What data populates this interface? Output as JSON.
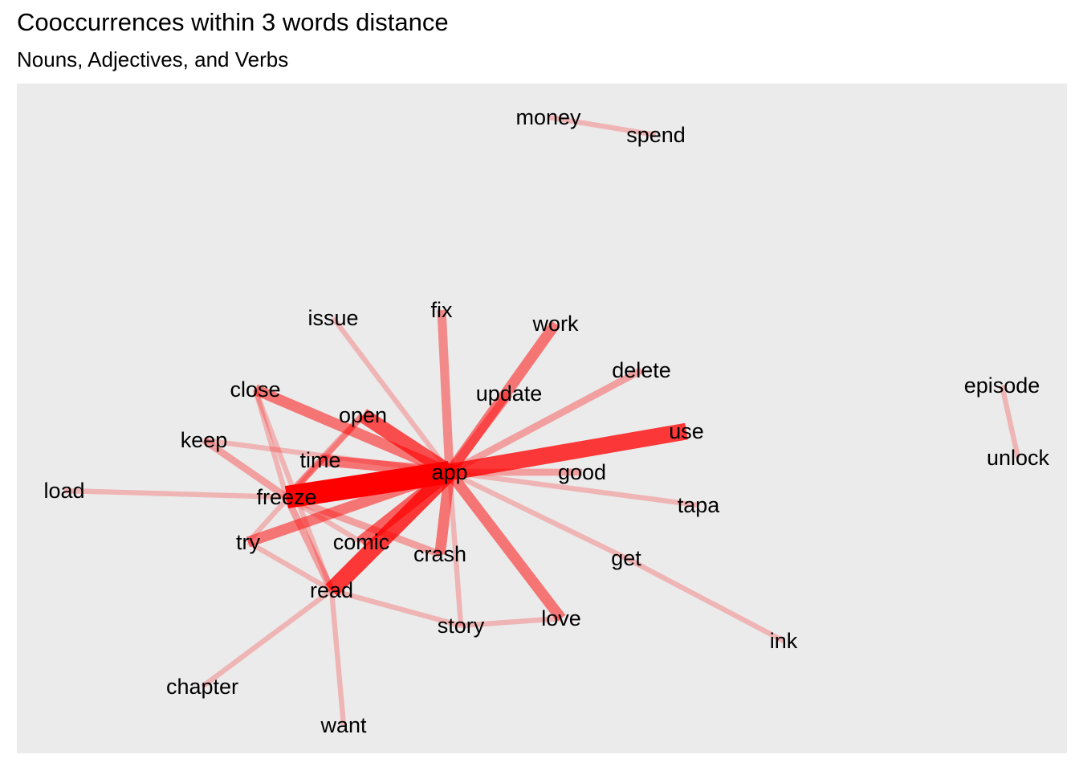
{
  "title": "Cooccurrences within 3 words distance",
  "subtitle": "Nouns, Adjectives, and Verbs",
  "colors": {
    "panel": "#ebebeb",
    "edge": "#ff0000",
    "text": "#000000"
  },
  "nodes": [
    {
      "id": "money"
    },
    {
      "id": "spend"
    },
    {
      "id": "issue"
    },
    {
      "id": "fix"
    },
    {
      "id": "work"
    },
    {
      "id": "delete"
    },
    {
      "id": "update"
    },
    {
      "id": "episode"
    },
    {
      "id": "close"
    },
    {
      "id": "open"
    },
    {
      "id": "use"
    },
    {
      "id": "keep"
    },
    {
      "id": "unlock"
    },
    {
      "id": "time"
    },
    {
      "id": "app"
    },
    {
      "id": "good"
    },
    {
      "id": "load"
    },
    {
      "id": "freeze"
    },
    {
      "id": "tapa"
    },
    {
      "id": "try"
    },
    {
      "id": "comic"
    },
    {
      "id": "crash"
    },
    {
      "id": "get"
    },
    {
      "id": "read"
    },
    {
      "id": "love"
    },
    {
      "id": "story"
    },
    {
      "id": "ink"
    },
    {
      "id": "chapter"
    },
    {
      "id": "want"
    }
  ],
  "edges": [
    {
      "from": "money",
      "to": "spend",
      "weight": 1
    },
    {
      "from": "episode",
      "to": "unlock",
      "weight": 1
    },
    {
      "from": "app",
      "to": "freeze",
      "weight": 10
    },
    {
      "from": "app",
      "to": "read",
      "weight": 7
    },
    {
      "from": "app",
      "to": "use",
      "weight": 7
    },
    {
      "from": "app",
      "to": "open",
      "weight": 6
    },
    {
      "from": "app",
      "to": "comic",
      "weight": 5
    },
    {
      "from": "app",
      "to": "time",
      "weight": 4
    },
    {
      "from": "app",
      "to": "work",
      "weight": 4
    },
    {
      "from": "app",
      "to": "try",
      "weight": 4
    },
    {
      "from": "app",
      "to": "close",
      "weight": 4
    },
    {
      "from": "app",
      "to": "love",
      "weight": 4
    },
    {
      "from": "app",
      "to": "crash",
      "weight": 4
    },
    {
      "from": "app",
      "to": "update",
      "weight": 3
    },
    {
      "from": "app",
      "to": "fix",
      "weight": 3
    },
    {
      "from": "app",
      "to": "good",
      "weight": 2
    },
    {
      "from": "app",
      "to": "delete",
      "weight": 2
    },
    {
      "from": "app",
      "to": "issue",
      "weight": 1
    },
    {
      "from": "app",
      "to": "tapa",
      "weight": 1
    },
    {
      "from": "app",
      "to": "get",
      "weight": 1
    },
    {
      "from": "app",
      "to": "story",
      "weight": 1
    },
    {
      "from": "app",
      "to": "keep",
      "weight": 1
    },
    {
      "from": "freeze",
      "to": "keep",
      "weight": 2
    },
    {
      "from": "freeze",
      "to": "load",
      "weight": 1
    },
    {
      "from": "freeze",
      "to": "open",
      "weight": 2
    },
    {
      "from": "freeze",
      "to": "read",
      "weight": 2
    },
    {
      "from": "freeze",
      "to": "crash",
      "weight": 2
    },
    {
      "from": "freeze",
      "to": "time",
      "weight": 1
    },
    {
      "from": "freeze",
      "to": "comic",
      "weight": 1
    },
    {
      "from": "close",
      "to": "freeze",
      "weight": 1
    },
    {
      "from": "close",
      "to": "read",
      "weight": 1
    },
    {
      "from": "read",
      "to": "try",
      "weight": 1
    },
    {
      "from": "read",
      "to": "chapter",
      "weight": 1
    },
    {
      "from": "read",
      "to": "want",
      "weight": 1
    },
    {
      "from": "read",
      "to": "story",
      "weight": 1
    },
    {
      "from": "try",
      "to": "open",
      "weight": 1
    },
    {
      "from": "story",
      "to": "love",
      "weight": 1
    },
    {
      "from": "get",
      "to": "ink",
      "weight": 1
    }
  ]
}
